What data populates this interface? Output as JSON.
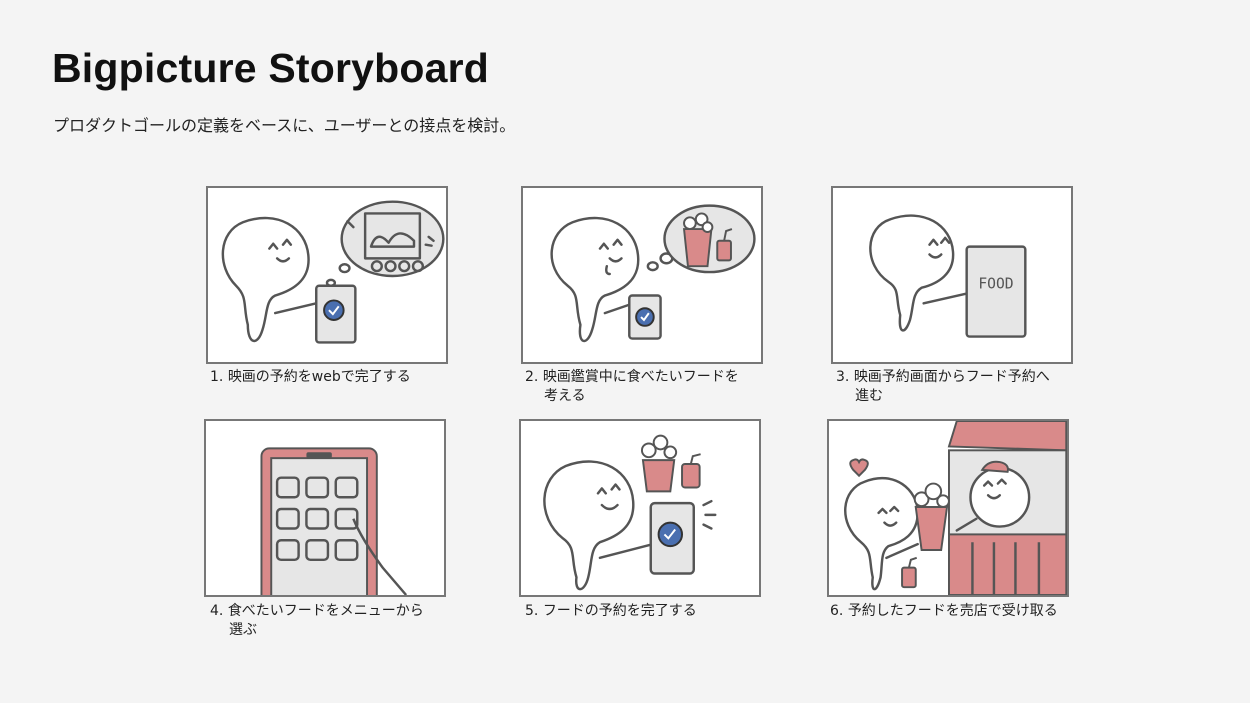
{
  "page": {
    "title": "Bigpicture Storyboard",
    "subtitle": "プロダクトゴールの定義をベースに、ユーザーとの接点を検討。"
  },
  "panels": [
    {
      "number": "1.",
      "line1": "映画の予約をwebで完了する",
      "line2": ""
    },
    {
      "number": "2.",
      "line1": "映画鑑賞中に食べたいフードを",
      "line2": "考える"
    },
    {
      "number": "3.",
      "line1": "映画予約画面からフード予約へ",
      "line2": "進む",
      "sign_text": "FOOD"
    },
    {
      "number": "4.",
      "line1": "食べたいフードをメニューから",
      "line2": "選ぶ"
    },
    {
      "number": "5.",
      "line1": "フードの予約を完了する",
      "line2": ""
    },
    {
      "number": "6.",
      "line1": "予約したフードを売店で受け取る",
      "line2": ""
    }
  ],
  "colors": {
    "background": "#f4f4f4",
    "accent_red": "#d98a8a",
    "check_blue": "#4a6fb0",
    "device_gray": "#e6e6e6",
    "ink": "#555555"
  }
}
